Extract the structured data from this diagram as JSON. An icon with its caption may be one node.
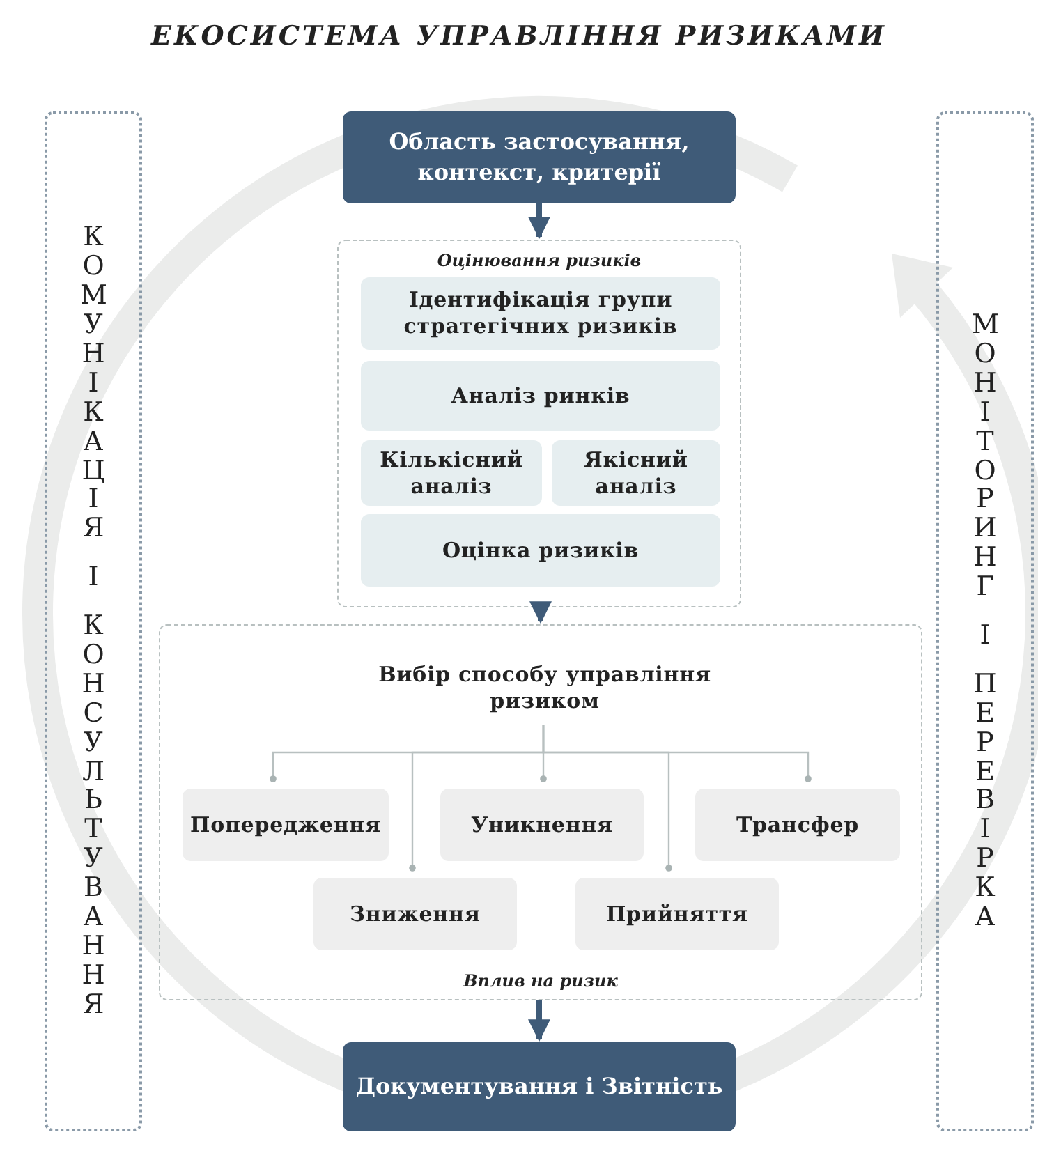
{
  "diagram": {
    "title": "ЕКОСИСТЕМА УПРАВЛІННЯ РИЗИКАМИ",
    "nodes": [
      {
        "text": [
          "Область застосування, контекст, критерії"
        ]
      },
      {
        "text": [
          "Оцінювання ризиків"
        ]
      },
      {
        "text": [
          "Ідентифікація групи стратегічних ризиків"
        ],
        "in": 1
      },
      {
        "text": [
          "Аналіз ринків"
        ],
        "in": 1
      },
      {
        "text": [
          "Кількісний аналіз"
        ],
        "in": 1
      },
      {
        "text": [
          "Якісний аналіз"
        ],
        "in": 1
      },
      {
        "text": [
          "Оцінка ризиків"
        ],
        "in": 1
      },
      {
        "text": [
          "Вплив на ризик"
        ]
      },
      {
        "text": [
          "Вибір способу управління ризиком"
        ],
        "in": 7
      },
      {
        "text": [
          "Попередження"
        ],
        "in": 7
      },
      {
        "text": [
          "Уникнення"
        ],
        "in": 7
      },
      {
        "text": [
          "Трансфер"
        ],
        "in": 7
      },
      {
        "text": [
          "Зниження"
        ],
        "in": 7
      },
      {
        "text": [
          "Прийняття"
        ],
        "in": 7
      },
      {
        "text": [
          "Документування і Звітність"
        ]
      },
      {
        "text": [
          "КОМУНІКАЦІЯ І КОНСУЛЬТУВАННЯ"
        ]
      },
      {
        "text": [
          "МОНІТОРИНГ І ПЕРЕВІРКА"
        ]
      }
    ],
    "edges": [
      {
        "from": 0,
        "to": 1,
        "arrow": "to",
        "style": "thick",
        "color": "#3f5b78"
      },
      {
        "from": 1,
        "to": 7,
        "arrow": "to",
        "style": "thick",
        "color": "#3f5b78"
      },
      {
        "from": 7,
        "to": 14,
        "arrow": "to",
        "style": "thick",
        "color": "#3f5b78"
      },
      {
        "from": 8,
        "to": 9,
        "arrow": "other"
      },
      {
        "from": 8,
        "to": 10,
        "arrow": "other"
      },
      {
        "from": 8,
        "to": 11,
        "arrow": "other"
      },
      {
        "from": 8,
        "to": 12,
        "arrow": "other"
      },
      {
        "from": 8,
        "to": 13,
        "arrow": "other"
      }
    ]
  }
}
